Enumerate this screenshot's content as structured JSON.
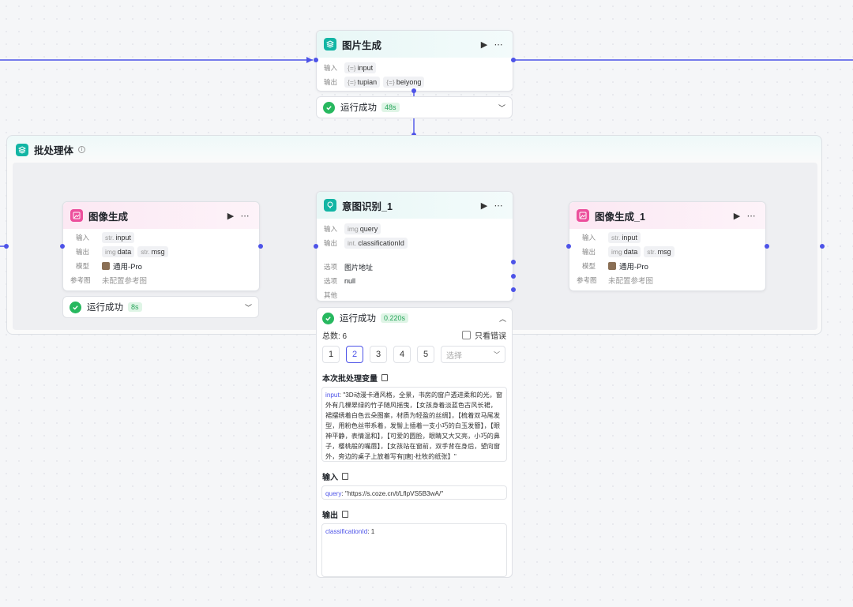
{
  "top_node": {
    "title": "图片生成",
    "input_label": "输入",
    "output_label": "输出",
    "inputs": [
      {
        "type": "{=}",
        "name": "input"
      }
    ],
    "outputs": [
      {
        "type": "{=}",
        "name": "tupian"
      },
      {
        "type": "{=}",
        "name": "beiyong"
      }
    ],
    "status": {
      "text": "运行成功",
      "time": "48s"
    }
  },
  "batch": {
    "title": "批处理体",
    "info_icon": "info-icon"
  },
  "left_node": {
    "title": "图像生成",
    "rows": {
      "input_label": "输入",
      "input_type": "str.",
      "input_name": "input",
      "output_label": "输出",
      "output1_type": "img",
      "output1_name": "data",
      "output2_type": "str.",
      "output2_name": "msg",
      "model_label": "模型",
      "model_value": "通用-Pro",
      "ref_label": "参考图",
      "ref_value": "未配置参考图"
    },
    "status": {
      "text": "运行成功",
      "time": "8s"
    }
  },
  "mid_node": {
    "title": "意图识别_1",
    "rows": {
      "input_label": "输入",
      "input_type": "img",
      "input_name": "query",
      "output_label": "输出",
      "output_type": "int.",
      "output_name": "classificationId",
      "opt1_label": "选项",
      "opt1_value": "图片地址",
      "opt2_label": "选项",
      "opt2_value": "null",
      "other_label": "其他"
    },
    "status": {
      "text": "运行成功",
      "time": "0.220s"
    }
  },
  "right_node": {
    "title": "图像生成_1",
    "rows": {
      "input_label": "输入",
      "input_type": "str.",
      "input_name": "input",
      "output_label": "输出",
      "output1_type": "img",
      "output1_name": "data",
      "output2_type": "str.",
      "output2_name": "msg",
      "model_label": "模型",
      "model_value": "通用-Pro",
      "ref_label": "参考图",
      "ref_value": "未配置参考图"
    }
  },
  "detail": {
    "total": "总数: 6",
    "only_errors": "只看错误",
    "pages": [
      "1",
      "2",
      "3",
      "4",
      "5"
    ],
    "active_page": "2",
    "select_placeholder": "选择",
    "batch_vars_title": "本次批处理变量",
    "batch_var_key": "input",
    "batch_var_value": ": \"3D动漫卡通风格，全景，书房的窗户透进柔和的光，窗外有几棵翠绿的竹子随风摇曳，【女孩身着淡蓝色古风长裙，裙摆绣着白色云朵图案，材质为轻盈的丝绸】，【梳着双马尾发型，用粉色丝带系着，发髻上插着一支小巧的白玉发簪】，【眼神平静，表情温和】，【可爱的圆脸，眼睛又大又亮，小巧的鼻子，樱桃般的嘴唇】，【女孩站在窗前，双手背在身后，望向窗外，旁边的桌子上放着写有[唐]·杜牧的纸张】\"",
    "input_title": "输入",
    "input_key": "query",
    "input_value": ": \"https://s.coze.cn/t/LflpVS5B3wA/\"",
    "output_title": "输出",
    "output_key": "classificationId",
    "output_value": ": 1"
  },
  "colors": {
    "accent": "#4d53e8",
    "success": "#27b85f",
    "teal_icon": "#12b5a4",
    "pink_icon": "#ec4f9c"
  }
}
